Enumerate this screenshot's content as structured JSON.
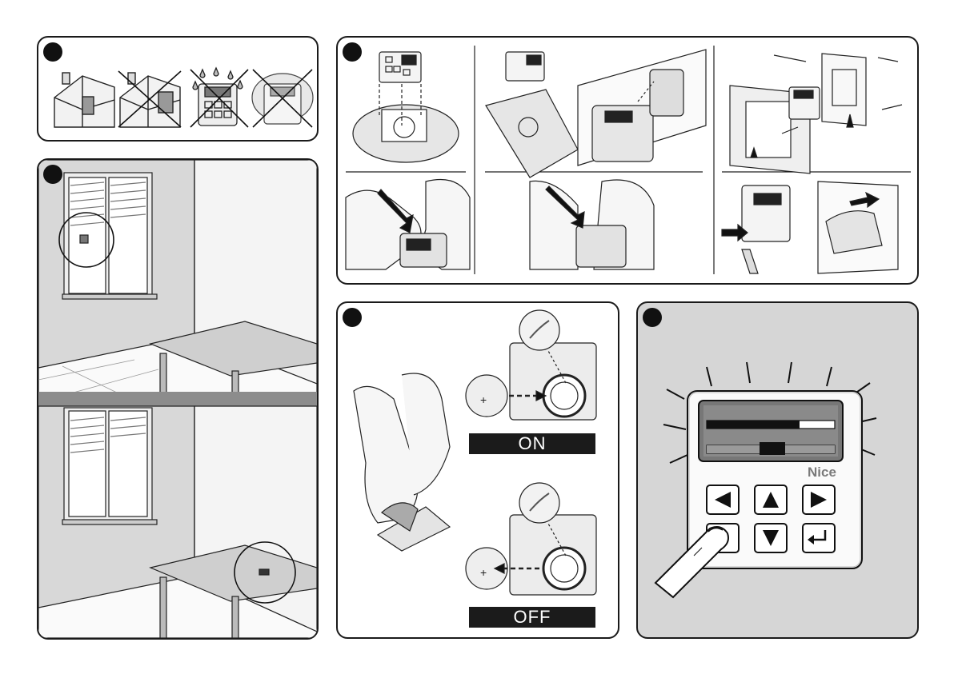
{
  "labels": {
    "on": "ON",
    "off": "OFF",
    "brand": "Nice"
  },
  "colors": {
    "outline": "#1a1a1a",
    "panel_gray": "#d6d6d6",
    "band_gray": "#8c8c8c",
    "label_bg": "#1b1b1b"
  },
  "icons": [
    "step-badge",
    "house-icon",
    "rain-icon",
    "fog-icon",
    "cross-icon",
    "arrow-left-icon",
    "arrow-up-icon",
    "arrow-right-icon",
    "arrow-down-icon",
    "enter-icon",
    "finger-icon"
  ]
}
